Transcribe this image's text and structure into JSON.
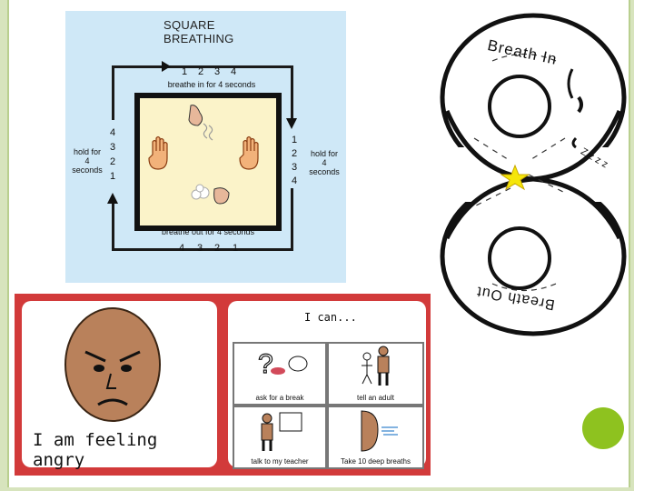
{
  "square_breathing": {
    "title_line1": "SQUARE",
    "title_line2": "BREATHING",
    "top_counts": [
      "1",
      "2",
      "3",
      "4"
    ],
    "top_caption": "breathe in for 4 seconds",
    "right_counts": [
      "1",
      "2",
      "3",
      "4"
    ],
    "right_caption_1": "hold for",
    "right_caption_2": "4",
    "right_caption_3": "seconds",
    "left_counts": [
      "4",
      "3",
      "2",
      "1"
    ],
    "left_caption_1": "hold for",
    "left_caption_2": "4",
    "left_caption_3": "seconds",
    "bottom_caption": "breathe out for 4 seconds",
    "bottom_counts": [
      "4",
      "3",
      "2",
      "1"
    ]
  },
  "infinity": {
    "top_label": "Breath In",
    "bottom_label": "Breath Out",
    "zzz": "Z z z z"
  },
  "angry_card": {
    "text": "I am feeling angry"
  },
  "can_card": {
    "title": "I can...",
    "options": [
      "ask for a break",
      "tell an adult",
      "talk to my teacher",
      "Take 10 deep breaths"
    ]
  },
  "colors": {
    "panel_blue": "#cfe8f7",
    "inner_yellow": "#fbf3c9",
    "red_panel": "#d23a3a",
    "green_accent": "#8ec21f",
    "skin": "#b9815b"
  }
}
